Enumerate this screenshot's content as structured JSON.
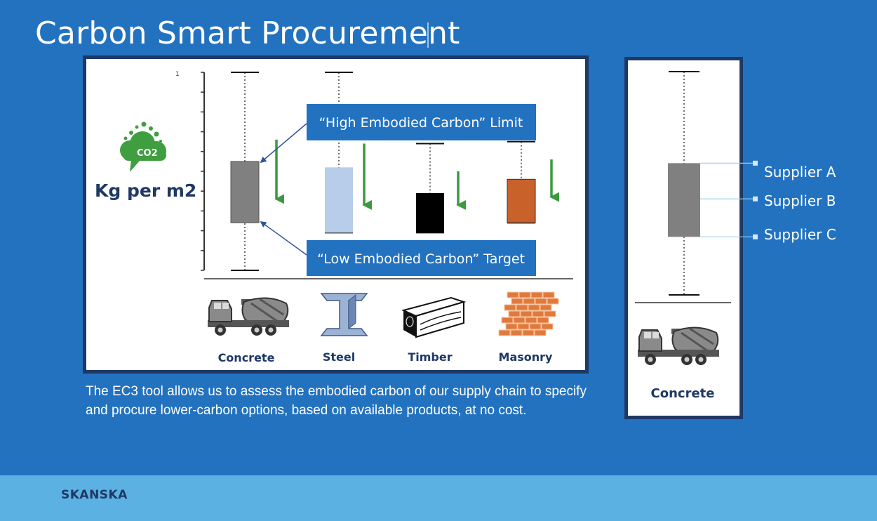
{
  "header": {
    "title": "Carbon Smart Procurement"
  },
  "description": "The EC3 tool allows us to assess the embodied carbon of our supply chain to specify and procure lower-carbon options, based on available products, at no cost.",
  "footer": {
    "logo": "SKANSKA"
  },
  "colors": {
    "background": "#2272c0",
    "panel_border": "#1f3864",
    "callout": "#2272c0",
    "arrow_green": "#3b9a3f",
    "co2_green": "#3f9e3f",
    "footer": "#5cb1e3"
  },
  "icons": [
    "co2-cloud-icon",
    "concrete-mixer-truck-icon",
    "steel-beam-icon",
    "timber-plank-icon",
    "brick-wall-icon"
  ],
  "chart_data": [
    {
      "type": "box",
      "ylabel": "Kg per m2",
      "ylim": [
        0,
        10
      ],
      "top_tick_label": "1",
      "grid": false,
      "categories": [
        "Concrete",
        "Steel",
        "Timber",
        "Masonry"
      ],
      "boxes": [
        {
          "name": "Concrete",
          "whisker_low": 0,
          "q1": 2.4,
          "q3": 5.5,
          "whisker_high": 10,
          "color": "#808080"
        },
        {
          "name": "Steel",
          "whisker_low": 1.9,
          "q1": 1.9,
          "q3": 5.2,
          "whisker_high": 10,
          "color": "#b8cde9"
        },
        {
          "name": "Timber",
          "whisker_low": 1.9,
          "q1": 1.9,
          "q3": 3.9,
          "whisker_high": 6.4,
          "color": "#000000"
        },
        {
          "name": "Masonry",
          "whisker_low": 2.4,
          "q1": 2.4,
          "q3": 4.6,
          "whisker_high": 6.5,
          "color": "#c8612a"
        }
      ],
      "reduction_arrows": [
        {
          "category": "Concrete",
          "from": 6.6,
          "to": 3.6
        },
        {
          "category": "Steel",
          "from": 6.4,
          "to": 3.3
        },
        {
          "category": "Timber",
          "from": 5.0,
          "to": 3.3
        },
        {
          "category": "Masonry",
          "from": 5.6,
          "to": 3.7
        }
      ],
      "annotations": [
        {
          "text": "“High Embodied Carbon” Limit",
          "points_to": "Concrete q3"
        },
        {
          "text": "“Low Embodied Carbon” Target",
          "points_to": "Concrete q1"
        }
      ],
      "co2_label": "CO2"
    },
    {
      "type": "box",
      "categories": [
        "Concrete"
      ],
      "boxes": [
        {
          "name": "Concrete",
          "whisker_low": 0,
          "q1": 2.6,
          "q3": 5.9,
          "whisker_high": 10,
          "color": "#808080"
        }
      ],
      "annotations": [
        {
          "text": "Supplier A",
          "value": 5.9
        },
        {
          "text": "Supplier B",
          "value": 4.3
        },
        {
          "text": "Supplier C",
          "value": 2.6
        }
      ]
    }
  ]
}
